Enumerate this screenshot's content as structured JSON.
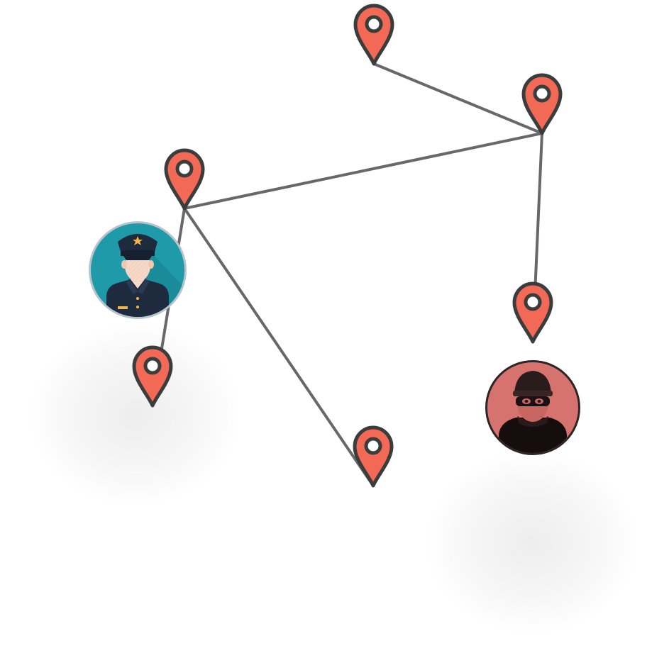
{
  "palette": {
    "background": "#ffffff",
    "edge": "#67676c",
    "pin_fill": "#f26a55",
    "pin_outline": "#3b3d3d",
    "pin_hole": "#ffffff",
    "police_bg": "#1e9aa8",
    "police_ring": "#b9c3ce",
    "police_uniform": "#1e2b3f",
    "police_badge": "#f2b54c",
    "police_skin": "#f6d9c8",
    "thief_bg": "#d6736f",
    "thief_ring": "#2e2525",
    "thief_clothes": "#160d0f",
    "thief_mask": "#3a2424",
    "thief_skin": "#c86762"
  },
  "icons": {
    "pin": "map-pin-icon",
    "police": "police-officer-icon",
    "thief": "thief-icon"
  },
  "graph": {
    "nodes": [
      {
        "id": "pin-top"
      },
      {
        "id": "pin-upper-right"
      },
      {
        "id": "pin-left"
      },
      {
        "id": "pin-right"
      },
      {
        "id": "pin-lower-left"
      },
      {
        "id": "pin-bottom-center"
      }
    ],
    "edges": [
      {
        "from": "pin-top",
        "to": "pin-upper-right"
      },
      {
        "from": "pin-upper-right",
        "to": "pin-left"
      },
      {
        "from": "pin-upper-right",
        "to": "pin-right"
      },
      {
        "from": "pin-left",
        "to": "pin-lower-left"
      },
      {
        "from": "pin-left",
        "to": "pin-bottom-center"
      }
    ],
    "actors": [
      {
        "id": "police-officer",
        "role": "police",
        "near": "pin-left"
      },
      {
        "id": "thief",
        "role": "thief",
        "near": "pin-right"
      }
    ]
  }
}
